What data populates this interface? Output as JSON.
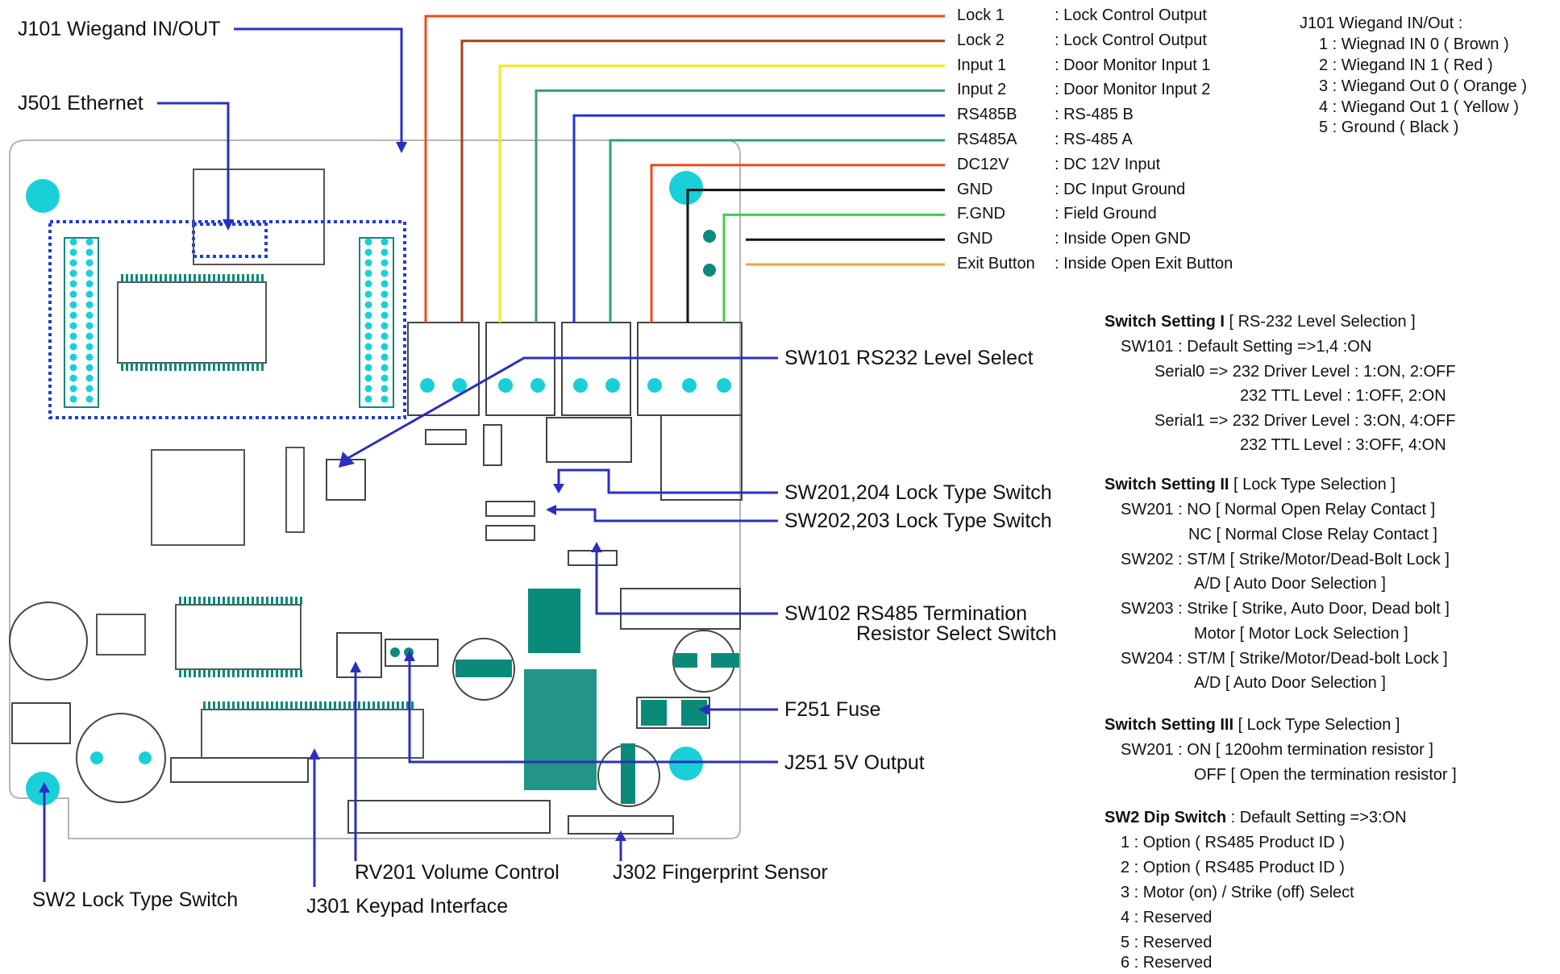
{
  "colors": {
    "board_outline": "#b5b5b5",
    "component": "#0b8a7a",
    "pad": "#19d0d8",
    "selection": "#1f3cd6",
    "callout": "#2b2fc0"
  },
  "wires": [
    {
      "label": "Lock 1",
      "desc": ": Lock Control Output",
      "color": "#f04a1a"
    },
    {
      "label": "Lock 2",
      "desc": ": Lock Control Output",
      "color": "#a6401c"
    },
    {
      "label": "Input 1",
      "desc": ": Door Monitor Input 1",
      "color": "#f2ea1c"
    },
    {
      "label": "Input 2",
      "desc": ": Door Monitor Input 2",
      "color": "#3aa06a"
    },
    {
      "label": "RS485B",
      "desc": ": RS-485 B",
      "color": "#2432d8"
    },
    {
      "label": "RS485A",
      "desc": ": RS-485 A",
      "color": "#2ea56c"
    },
    {
      "label": "DC12V",
      "desc": ": DC 12V Input",
      "color": "#f04a1a"
    },
    {
      "label": "GND",
      "desc": ": DC Input Ground",
      "color": "#111111"
    },
    {
      "label": "F.GND",
      "desc": ": Field Ground",
      "color": "#44cc44"
    },
    {
      "label": "GND",
      "desc": ": Inside Open GND",
      "color": "#111111"
    },
    {
      "label": "Exit Button",
      "desc": ": Inside Open Exit Button",
      "color": "#f5a23a"
    }
  ],
  "callouts": {
    "j101": "J101 Wiegand IN/OUT",
    "j501": "J501 Ethernet",
    "sw101": "SW101 RS232 Level Select",
    "sw201": "SW201,204 Lock Type Switch",
    "sw202": "SW202,203 Lock Type Switch",
    "sw102_line1": "SW102 RS485 Termination",
    "sw102_line2": "Resistor Select Switch",
    "f251": "F251 Fuse",
    "j251": "J251 5V Output",
    "rv201": "RV201 Volume Control",
    "j302": "J302 Fingerprint Sensor",
    "sw2": "SW2 Lock Type Switch",
    "j301": "J301 Keypad Interface"
  },
  "wiegand": {
    "title": "J101 Wiegand IN/Out :",
    "items": [
      "1 : Wiegnad IN 0 ( Brown )",
      "2 : Wiegand IN 1 ( Red )",
      "3 : Wiegand Out 0 ( Orange )",
      "4 : Wiegand Out 1 ( Yellow )",
      "5 : Ground ( Black )"
    ]
  },
  "setting1": {
    "title": "Switch Setting I",
    "subtitle": " [ RS-232 Level Selection ]",
    "lines": [
      "SW101 : Default Setting =>1,4 :ON",
      "Serial0 => 232 Driver Level : 1:ON, 2:OFF",
      "232 TTL Level : 1:OFF, 2:ON",
      "Serial1 => 232 Driver Level : 3:ON, 4:OFF",
      "232 TTL Level : 3:OFF, 4:ON"
    ]
  },
  "setting2": {
    "title": "Switch Setting II",
    "subtitle": " [ Lock Type Selection ]",
    "lines": [
      "SW201 : NO [ Normal Open Relay Contact ]",
      "NC [ Normal Close Relay Contact ]",
      "SW202 : ST/M [ Strike/Motor/Dead-Bolt Lock ]",
      "A/D [ Auto Door Selection ]",
      "SW203 : Strike [ Strike, Auto Door, Dead bolt ]",
      "Motor [ Motor Lock Selection ]",
      "SW204 : ST/M [ Strike/Motor/Dead-bolt Lock ]",
      "A/D [ Auto Door Selection ]"
    ]
  },
  "setting3": {
    "title": "Switch Setting III",
    "subtitle": " [ Lock Type Selection ]",
    "lines": [
      "SW201 : ON [ 120ohm termination resistor ]",
      "OFF [ Open the termination resistor ]"
    ]
  },
  "sw2dip": {
    "title": "SW2 Dip Switch",
    "subtitle": " : Default Setting =>3:ON",
    "lines": [
      "1 : Option ( RS485 Product ID )",
      "2 : Option ( RS485 Product ID )",
      "3 : Motor (on) / Strike (off) Select",
      "4 : Reserved",
      "5 : Reserved",
      "6 : Reserved"
    ]
  }
}
